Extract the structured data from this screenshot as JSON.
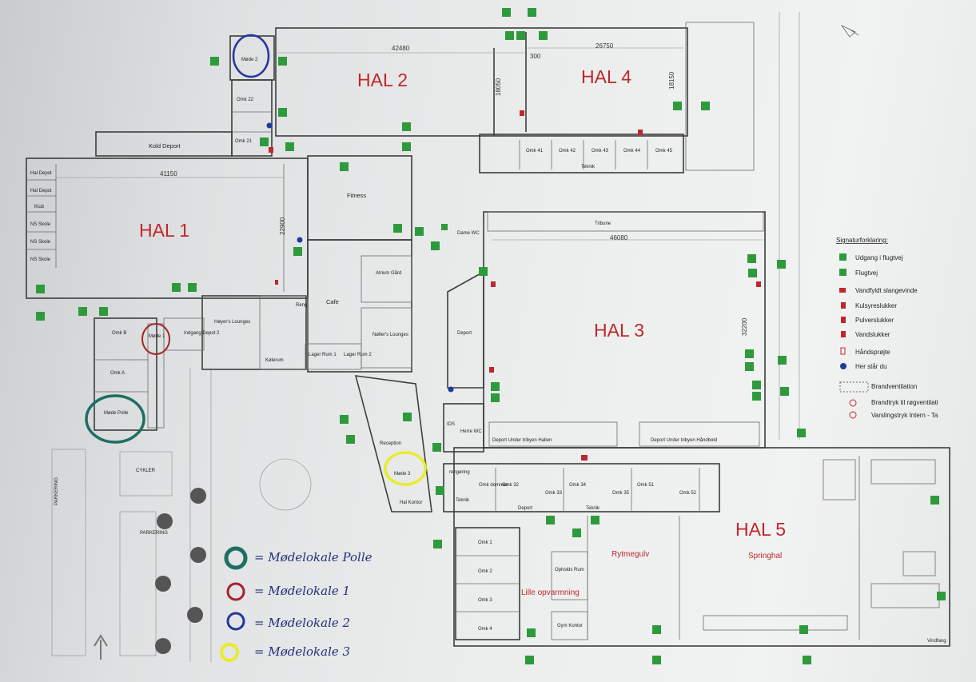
{
  "halls": {
    "hal1": "HAL 1",
    "hal2": "HAL 2",
    "hal3": "HAL 3",
    "hal4": "HAL 4",
    "hal5": "HAL 5"
  },
  "rooms": {
    "kold_deport": "Kold Deport",
    "hal_depot_1": "Hal Depot",
    "hal_depot_2": "Hal Depot",
    "klub": "Klub",
    "ns_skole_1": "NS Skole",
    "ns_skole_2": "NS Skole",
    "ns_skole_3": "NS Skole",
    "fitness": "Fitness",
    "mode2": "Møde 2",
    "omk22": "Omk 22",
    "omk21": "Omk 21",
    "omk41": "Omk 41",
    "omk42": "Omk 42",
    "omk43": "Omk 43",
    "omk44": "Omk 44",
    "omk45": "Omk 45",
    "teknik_top": "Teknik",
    "tribune": "Tribune",
    "dame_wc": "Dame WC",
    "atrium": "Atrium Gård",
    "cafe": "Cafe",
    "nollers": "Nøller's Lounges",
    "hoyers": "Høyer's Lounges",
    "omk_b": "Omk B",
    "omk_a": "Omk A",
    "mode1": "Møde 1",
    "mode_polle": "Møde Polle",
    "indgang": "Indgang Depot 2",
    "kolerum": "Kølerum",
    "lager1": "Lager Rum 1",
    "lager2": "Lager Rum 2",
    "reng": "Reng",
    "deport": "Deport",
    "reception": "Reception",
    "mode3": "Møde 3",
    "hal_kontor": "Hal Kontor",
    "herre_wc": "Herre WC",
    "ids": "IDS",
    "rengoring": "rengøring",
    "omk_32": "Omk 32",
    "omk_33": "Omk 33",
    "omk_34": "Omk 34",
    "omk_35": "Omk 35",
    "omk_51": "Omk 51",
    "omk_52": "Omk 52",
    "teknik_mid": "Teknik",
    "teknik_hal5": "Teknik",
    "deport_hal5": "Deport",
    "omk_dommer": "Omk dommer",
    "deport_trib1": "Deport Under tribyen Hallen",
    "deport_trib2": "Deport Under tribyen Håndbold",
    "omk1": "Omk 1",
    "omk2": "Omk 2",
    "omk3": "Omk 3",
    "omk4": "Omk 4",
    "lille_opv": "Lille opvarmning",
    "ophold": "Opholds Rum",
    "gym_kontor": "Gym Kontor",
    "rytmegulv": "Rytmegulv",
    "springhal": "Springhal",
    "vindfang": "Vindfang",
    "parkering1": "PARKERING",
    "parkering2": "PARKERING",
    "cykler": "CYKLER"
  },
  "dimensions": [
    "42480",
    "26750",
    "300",
    "18050",
    "18150",
    "41150",
    "22900",
    "46080",
    "32200"
  ],
  "legend": {
    "title": "Signaturforklaring:",
    "items": [
      {
        "label": "Udgang i flugtvej",
        "icon": "exit-door-icon",
        "color": "#2e9a3c"
      },
      {
        "label": "Flugtvej",
        "icon": "exit-arrow-icon",
        "color": "#2e9a3c"
      },
      {
        "label": "Vandfyldt slangevinde",
        "icon": "hose-reel-icon",
        "color": "#c0272d"
      },
      {
        "label": "Kulsyreslukker",
        "icon": "co2-extinguisher-icon",
        "color": "#c0272d"
      },
      {
        "label": "Pulverslukker",
        "icon": "powder-extinguisher-icon",
        "color": "#c0272d"
      },
      {
        "label": "Vandslukker",
        "icon": "water-extinguisher-icon",
        "color": "#c0272d"
      },
      {
        "label": "Håndsprøjte",
        "icon": "hand-pump-icon",
        "color": "#c0272d"
      },
      {
        "label": "Her står du",
        "icon": "you-are-here-icon",
        "color": "#1f3b9e"
      },
      {
        "label": "Brandventilation",
        "icon": "fire-ventilation-icon",
        "color": "#666666"
      },
      {
        "label": "Brandtryk til røgventilati",
        "icon": "smoke-vent-button-icon",
        "color": "#c0272d"
      },
      {
        "label": "Varslingstryk Intern - Ta",
        "icon": "alarm-button-icon",
        "color": "#c0272d"
      }
    ]
  },
  "handwritten_legend": [
    {
      "label": "= Mødelokale Polle",
      "color": "#1d6e63"
    },
    {
      "label": "= Mødelokale 1",
      "color": "#a3232b"
    },
    {
      "label": "= Mødelokale 2",
      "color": "#2336a0"
    },
    {
      "label": "= Mødelokale 3",
      "color": "#e8ec2e"
    }
  ],
  "colors": {
    "hall_label": "#c0272d",
    "exit_green": "#2e9a3c"
  }
}
